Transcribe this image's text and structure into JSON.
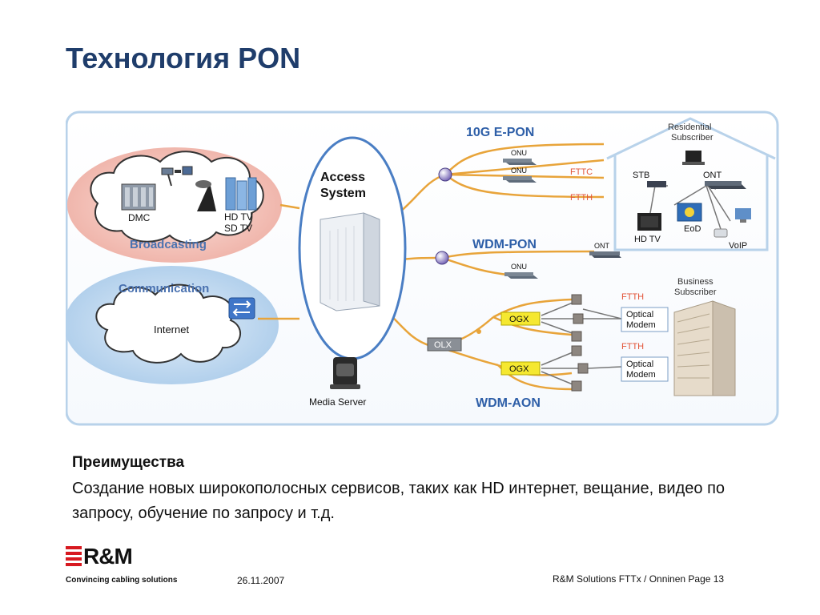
{
  "slide": {
    "title": "Технология PON",
    "advantages_heading": "Преимущества",
    "advantages_text": "Создание новых широкополосных сервисов, таких как HD интернет, вещание, видео по запросу, обучение по запросу и т.д."
  },
  "diagram": {
    "broadcasting": {
      "label": "Broadcasting",
      "dmc": "DMC",
      "hdtv": "HD TV",
      "sdtv": "SD TV"
    },
    "communication": {
      "label": "Communication",
      "internet": "Internet"
    },
    "access_system": {
      "line1": "Access",
      "line2": "System"
    },
    "media_server": "Media Server",
    "epon": {
      "label": "10G E-PON",
      "onu1": "ONU",
      "onu2": "ONU",
      "fttc": "FTTC",
      "ftth": "FTTH"
    },
    "wdm_pon": {
      "label": "WDM-PON",
      "ont": "ONT",
      "onu": "ONU"
    },
    "wdm_aon": {
      "label": "WDM-AON",
      "olx": "OLX",
      "ogx1": "OGX",
      "ogx2": "OGX",
      "ftth1": "FTTH",
      "ftth2": "FTTH",
      "modem1_l1": "Optical",
      "modem1_l2": "Modem",
      "modem2_l1": "Optical",
      "modem2_l2": "Modem"
    },
    "residential": {
      "line1": "Residential",
      "line2": "Subscriber",
      "stb": "STB",
      "ont": "ONT",
      "hdtv": "HD TV",
      "eod": "EoD",
      "voip": "VoIP"
    },
    "business": {
      "line1": "Business",
      "line2": "Subscriber"
    }
  },
  "footer": {
    "brand": "R&M",
    "tagline": "Convincing cabling solutions",
    "date": "26.11.2007",
    "right": "R&M Solutions FTTx / Onninen  Page 13"
  },
  "colors": {
    "title": "#1f3d6b",
    "label_blue": "#2e5fa8",
    "fiber": "#e8a43a",
    "ftt_red": "#e2553a",
    "panel_border": "#b8d2ea",
    "broadcast_cloud_bg": "#f5c7bf",
    "comm_cloud_bg": "#c4dcf0",
    "ogx_yellow": "#f5e830",
    "brand_red": "#d71920"
  }
}
